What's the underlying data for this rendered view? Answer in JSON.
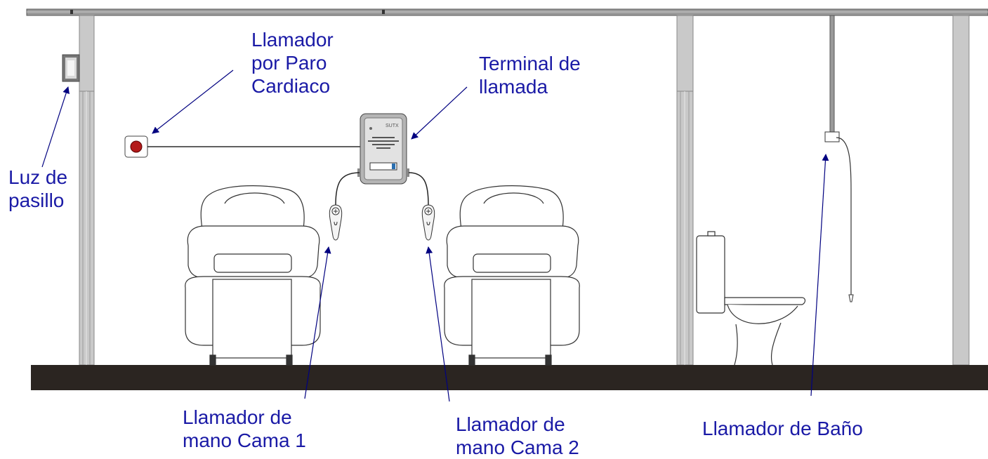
{
  "labels": {
    "luz_pasillo": "Luz de\npasillo",
    "paro_cardiaco": "Llamador\npor Paro\nCardiaco",
    "terminal": "Terminal de\nllamada",
    "mano_cama_1": "Llamador de\nmano Cama 1",
    "mano_cama_2": "Llamador de\nmano Cama 2",
    "bano": "Llamador de Baño"
  },
  "terminal_brand": "SUTX",
  "colors": {
    "label_text": "#1a1aa6",
    "arrow": "#000080",
    "floor": "#2b2521",
    "ceiling": "#8c8c8c",
    "column": "#c6c6c6",
    "alarm_button": "#b31b1b",
    "outline": "#333333"
  },
  "icons": [
    "corridor-light-icon",
    "cardiac-arrest-button-icon",
    "call-terminal-icon",
    "hand-caller-icon",
    "bed-icon",
    "toilet-icon",
    "pull-cord-icon"
  ]
}
